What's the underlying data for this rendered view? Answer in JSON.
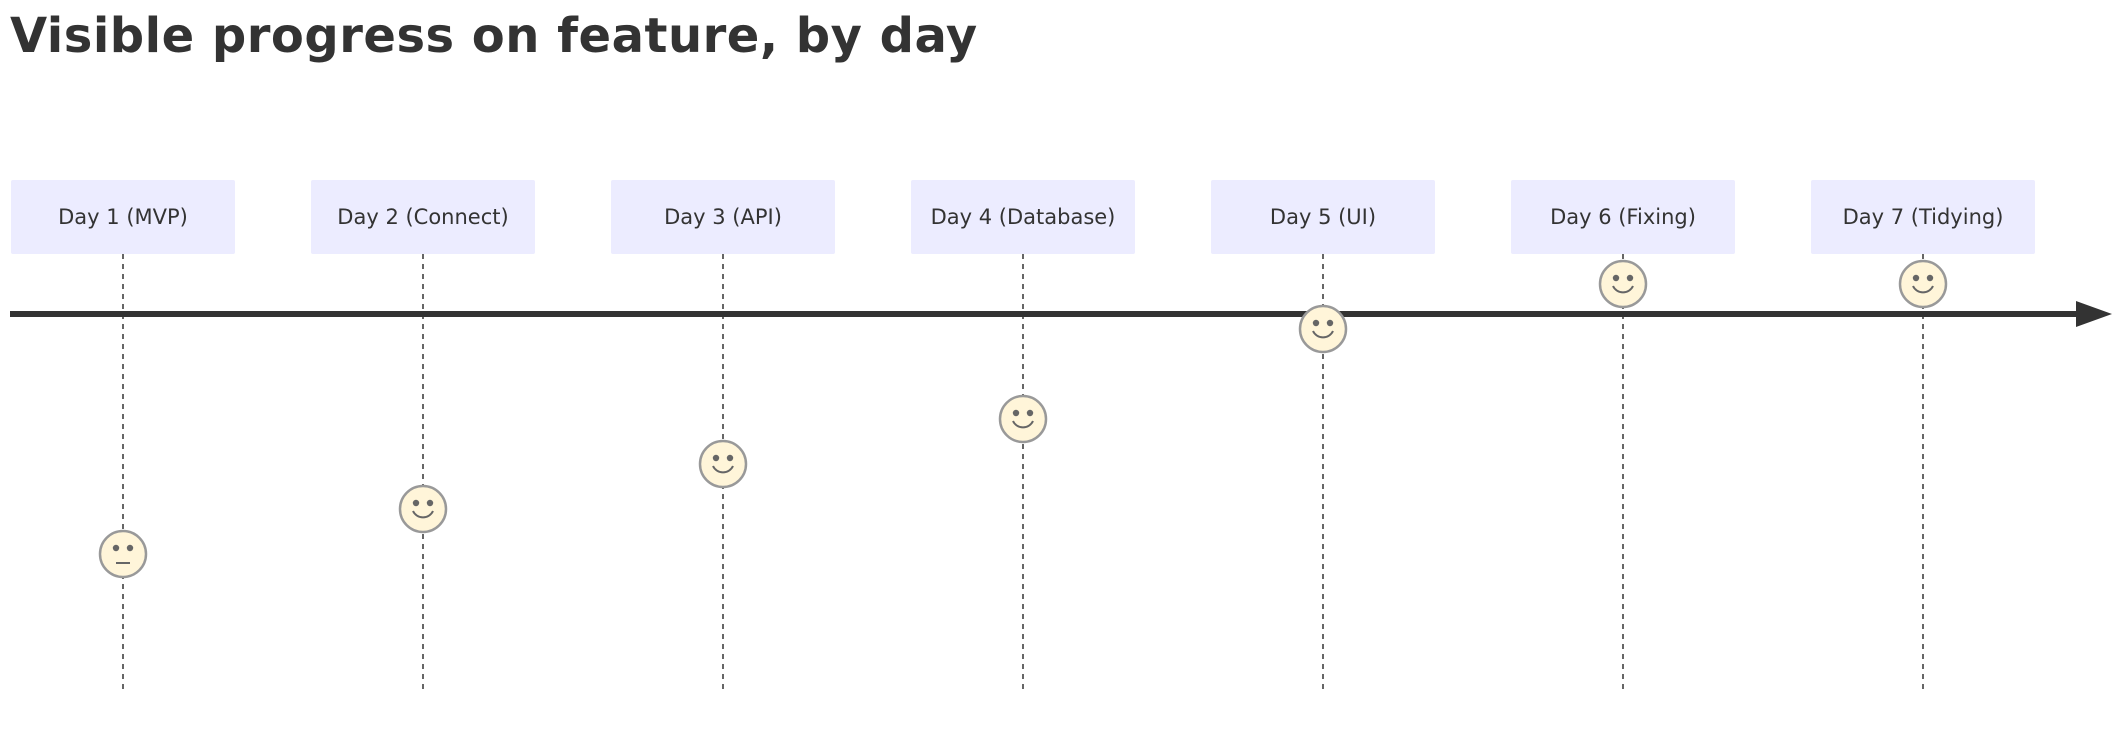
{
  "title": "Visible progress on feature, by day",
  "colors": {
    "section_box": "#ececff",
    "axis": "#333333",
    "face_fill": "#fff5d9",
    "face_stroke": "#999999",
    "lifeline": "#333333"
  },
  "sections": [
    {
      "label": "Day 1 (MVP)",
      "mood": "neutral",
      "score": 1
    },
    {
      "label": "Day 2 (Connect)",
      "mood": "happy",
      "score": 2
    },
    {
      "label": "Day 3 (API)",
      "mood": "happy",
      "score": 3
    },
    {
      "label": "Day 4 (Database)",
      "mood": "happy",
      "score": 4
    },
    {
      "label": "Day 5 (UI)",
      "mood": "happy",
      "score": 6
    },
    {
      "label": "Day 6 (Fixing)",
      "mood": "happy",
      "score": 7
    },
    {
      "label": "Day 7 (Tidying)",
      "mood": "happy",
      "score": 7
    }
  ]
}
